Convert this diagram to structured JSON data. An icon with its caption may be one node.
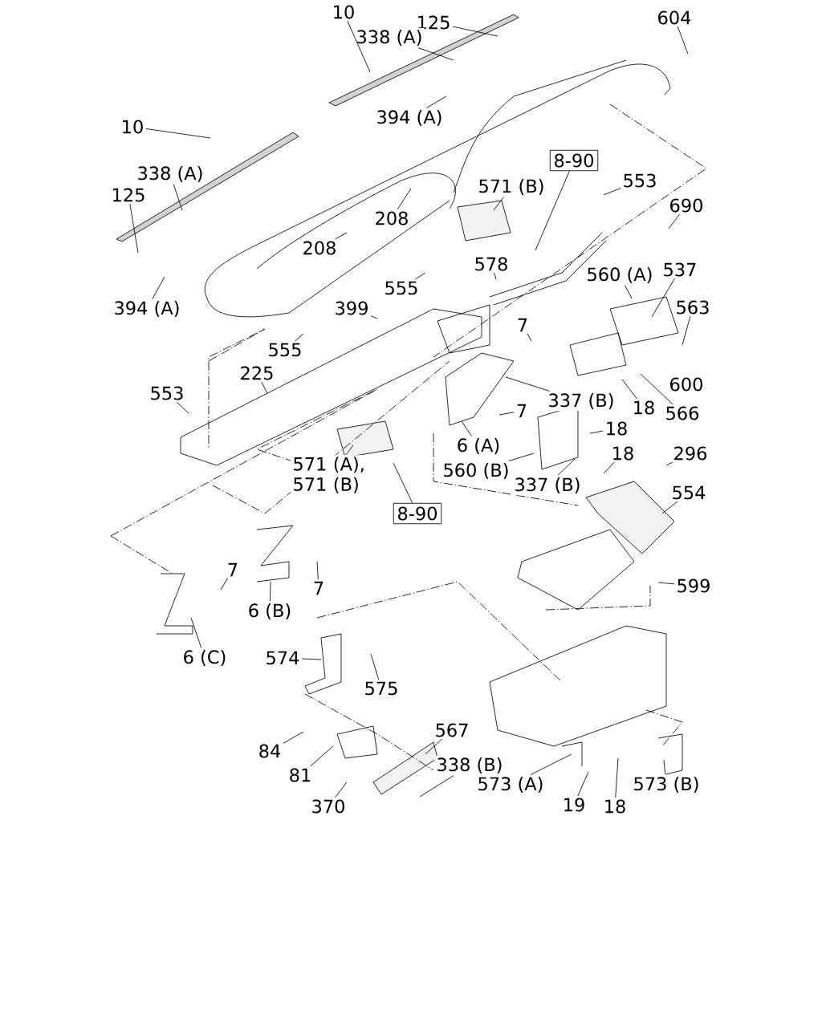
{
  "diagram": {
    "nodes": [
      {
        "text": [
          "10"
        ]
      },
      {
        "text": [
          "125"
        ]
      },
      {
        "text": [
          "338 (A)"
        ]
      },
      {
        "text": [
          "604"
        ]
      },
      {
        "text": [
          "394 (A)"
        ]
      },
      {
        "text": [
          "10"
        ]
      },
      {
        "text": [
          "338 (A)"
        ]
      },
      {
        "text": [
          "8-90"
        ]
      },
      {
        "text": [
          "571 (B)"
        ]
      },
      {
        "text": [
          "553"
        ]
      },
      {
        "text": [
          "125"
        ]
      },
      {
        "text": [
          "690"
        ]
      },
      {
        "text": [
          "208"
        ]
      },
      {
        "text": [
          "208"
        ]
      },
      {
        "text": [
          "578"
        ]
      },
      {
        "text": [
          "560 (A)"
        ]
      },
      {
        "text": [
          "537"
        ]
      },
      {
        "text": [
          "555"
        ]
      },
      {
        "text": [
          "394 (A)"
        ]
      },
      {
        "text": [
          "399"
        ]
      },
      {
        "text": [
          "563"
        ]
      },
      {
        "text": [
          "7"
        ]
      },
      {
        "text": [
          "555"
        ]
      },
      {
        "text": [
          "600"
        ]
      },
      {
        "text": [
          "225"
        ]
      },
      {
        "text": [
          "553"
        ]
      },
      {
        "text": [
          "337 (B)"
        ]
      },
      {
        "text": [
          "18"
        ]
      },
      {
        "text": [
          "566"
        ]
      },
      {
        "text": [
          "7"
        ]
      },
      {
        "text": [
          "6 (A)"
        ]
      },
      {
        "text": [
          "18"
        ]
      },
      {
        "text": [
          "560 (B)"
        ]
      },
      {
        "text": [
          "571 (A), 571 (B)"
        ]
      },
      {
        "text": [
          "18"
        ]
      },
      {
        "text": [
          "296"
        ]
      },
      {
        "text": [
          "337 (B)"
        ]
      },
      {
        "text": [
          "8-90"
        ]
      },
      {
        "text": [
          "554"
        ]
      },
      {
        "text": [
          "7"
        ]
      },
      {
        "text": [
          "7"
        ]
      },
      {
        "text": [
          "599"
        ]
      },
      {
        "text": [
          "6 (B)"
        ]
      },
      {
        "text": [
          "6 (C)"
        ]
      },
      {
        "text": [
          "574"
        ]
      },
      {
        "text": [
          "575"
        ]
      },
      {
        "text": [
          "567"
        ]
      },
      {
        "text": [
          "84"
        ]
      },
      {
        "text": [
          "81"
        ]
      },
      {
        "text": [
          "338 (B)"
        ]
      },
      {
        "text": [
          "573 (A)"
        ]
      },
      {
        "text": [
          "573 (B)"
        ]
      },
      {
        "text": [
          "370"
        ]
      },
      {
        "text": [
          "19"
        ]
      },
      {
        "text": [
          "18"
        ]
      }
    ],
    "edges": [
      {
        "from": 0,
        "to": null,
        "arrow": "none"
      },
      {
        "from": 1,
        "to": null,
        "arrow": "none"
      },
      {
        "from": 2,
        "to": null,
        "arrow": "none"
      },
      {
        "from": 3,
        "to": null,
        "arrow": "none"
      },
      {
        "from": 4,
        "to": null,
        "arrow": "none"
      },
      {
        "from": 5,
        "to": null,
        "arrow": "none"
      },
      {
        "from": 6,
        "to": null,
        "arrow": "none"
      },
      {
        "from": 7,
        "to": null,
        "arrow": "none"
      },
      {
        "from": 8,
        "to": null,
        "arrow": "none"
      },
      {
        "from": 9,
        "to": null,
        "arrow": "none"
      },
      {
        "from": 10,
        "to": null,
        "arrow": "none"
      },
      {
        "from": 11,
        "to": null,
        "arrow": "none"
      },
      {
        "from": 12,
        "to": null,
        "arrow": "none"
      },
      {
        "from": 13,
        "to": null,
        "arrow": "none"
      },
      {
        "from": 14,
        "to": null,
        "arrow": "none"
      },
      {
        "from": 15,
        "to": null,
        "arrow": "none"
      },
      {
        "from": 16,
        "to": null,
        "arrow": "none"
      },
      {
        "from": 17,
        "to": null,
        "arrow": "none"
      },
      {
        "from": 18,
        "to": null,
        "arrow": "none"
      },
      {
        "from": 19,
        "to": null,
        "arrow": "none"
      },
      {
        "from": 20,
        "to": null,
        "arrow": "none"
      },
      {
        "from": 21,
        "to": null,
        "arrow": "none"
      },
      {
        "from": 22,
        "to": null,
        "arrow": "none"
      },
      {
        "from": 24,
        "to": null,
        "arrow": "none"
      },
      {
        "from": 25,
        "to": null,
        "arrow": "none"
      },
      {
        "from": 26,
        "to": null,
        "arrow": "none"
      },
      {
        "from": 27,
        "to": null,
        "arrow": "none"
      },
      {
        "from": 28,
        "to": null,
        "arrow": "none"
      },
      {
        "from": 29,
        "to": null,
        "arrow": "none"
      },
      {
        "from": 30,
        "to": null,
        "arrow": "none"
      },
      {
        "from": 31,
        "to": null,
        "arrow": "none"
      },
      {
        "from": 32,
        "to": null,
        "arrow": "none"
      },
      {
        "from": 33,
        "to": null,
        "arrow": "none"
      },
      {
        "from": 34,
        "to": null,
        "arrow": "none"
      },
      {
        "from": 35,
        "to": null,
        "arrow": "none"
      },
      {
        "from": 36,
        "to": null,
        "arrow": "none"
      },
      {
        "from": 37,
        "to": null,
        "arrow": "none"
      },
      {
        "from": 38,
        "to": null,
        "arrow": "none"
      },
      {
        "from": 39,
        "to": null,
        "arrow": "none"
      },
      {
        "from": 40,
        "to": null,
        "arrow": "none"
      },
      {
        "from": 41,
        "to": null,
        "arrow": "none"
      },
      {
        "from": 42,
        "to": null,
        "arrow": "none"
      },
      {
        "from": 43,
        "to": null,
        "arrow": "none"
      },
      {
        "from": 44,
        "to": null,
        "arrow": "none"
      },
      {
        "from": 45,
        "to": null,
        "arrow": "none"
      },
      {
        "from": 46,
        "to": null,
        "arrow": "none"
      },
      {
        "from": 47,
        "to": null,
        "arrow": "none"
      },
      {
        "from": 48,
        "to": null,
        "arrow": "none"
      },
      {
        "from": 49,
        "to": null,
        "arrow": "none"
      },
      {
        "from": 50,
        "to": null,
        "arrow": "none"
      },
      {
        "from": 51,
        "to": null,
        "arrow": "none"
      },
      {
        "from": 52,
        "to": null,
        "arrow": "none"
      },
      {
        "from": 53,
        "to": null,
        "arrow": "none"
      },
      {
        "from": 54,
        "to": null,
        "arrow": "none"
      }
    ]
  }
}
